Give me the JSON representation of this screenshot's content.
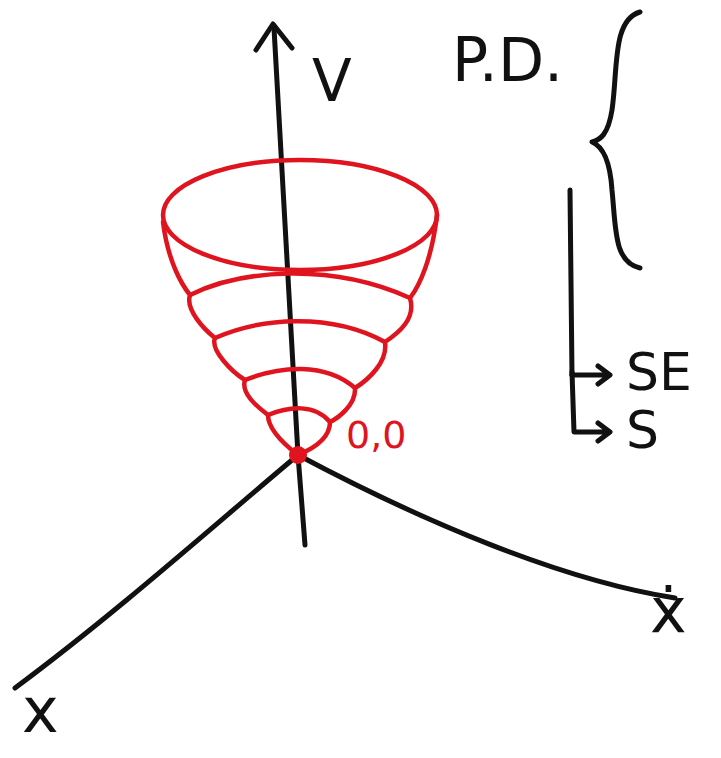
{
  "diagram": {
    "labels": [
      "V",
      "P.D.",
      "SE",
      "S",
      "0,0",
      "x",
      "ẋ"
    ]
  }
}
